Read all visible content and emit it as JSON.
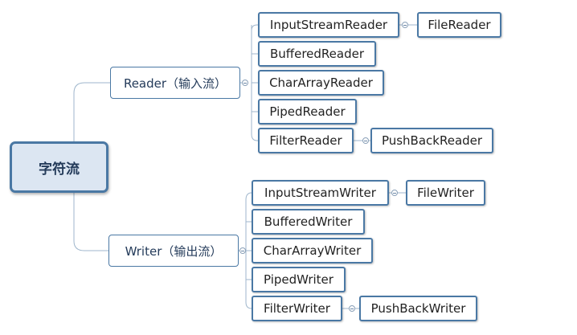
{
  "root": {
    "label": "字符流"
  },
  "branches": {
    "reader": {
      "label": "Reader（输入流）",
      "children": [
        {
          "label": "InputStreamReader",
          "child": "FileReader"
        },
        {
          "label": "BufferedReader"
        },
        {
          "label": "CharArrayReader"
        },
        {
          "label": "PipedReader"
        },
        {
          "label": "FilterReader",
          "child": "PushBackReader"
        }
      ]
    },
    "writer": {
      "label": "Writer（输出流）",
      "children": [
        {
          "label": "InputStreamWriter",
          "child": "FileWriter"
        },
        {
          "label": "BufferedWriter"
        },
        {
          "label": "CharArrayWriter"
        },
        {
          "label": "PipedWriter"
        },
        {
          "label": "FilterWriter",
          "child": "PushBackWriter"
        }
      ]
    }
  },
  "colors": {
    "border": "#4a78a4",
    "root_fill": "#dce6f2",
    "connector": "#9fb6cc"
  }
}
